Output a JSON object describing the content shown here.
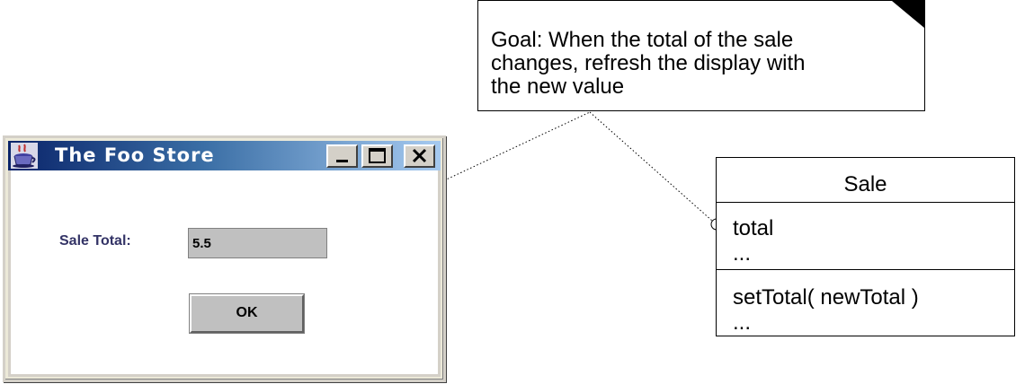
{
  "note": {
    "text": "Goal: When the total of the sale\nchanges, refresh the display with\nthe new value"
  },
  "uml_class": {
    "name": "Sale",
    "attributes": [
      "total",
      "..."
    ],
    "operations": [
      "setTotal( newTotal )",
      "..."
    ]
  },
  "window": {
    "title": "The Foo Store",
    "sale_total_label": "Sale Total:",
    "sale_total_value": "5.5",
    "ok_label": "OK"
  },
  "icons": {
    "app_icon": "java-coffee-cup-icon",
    "minimize": "minimize-icon",
    "maximize": "maximize-icon",
    "close": "close-icon"
  },
  "colors": {
    "titlebar_start": "#0a246a",
    "titlebar_end": "#a6caf0",
    "label_color": "#333366",
    "field_bg": "#c0c0c0"
  }
}
